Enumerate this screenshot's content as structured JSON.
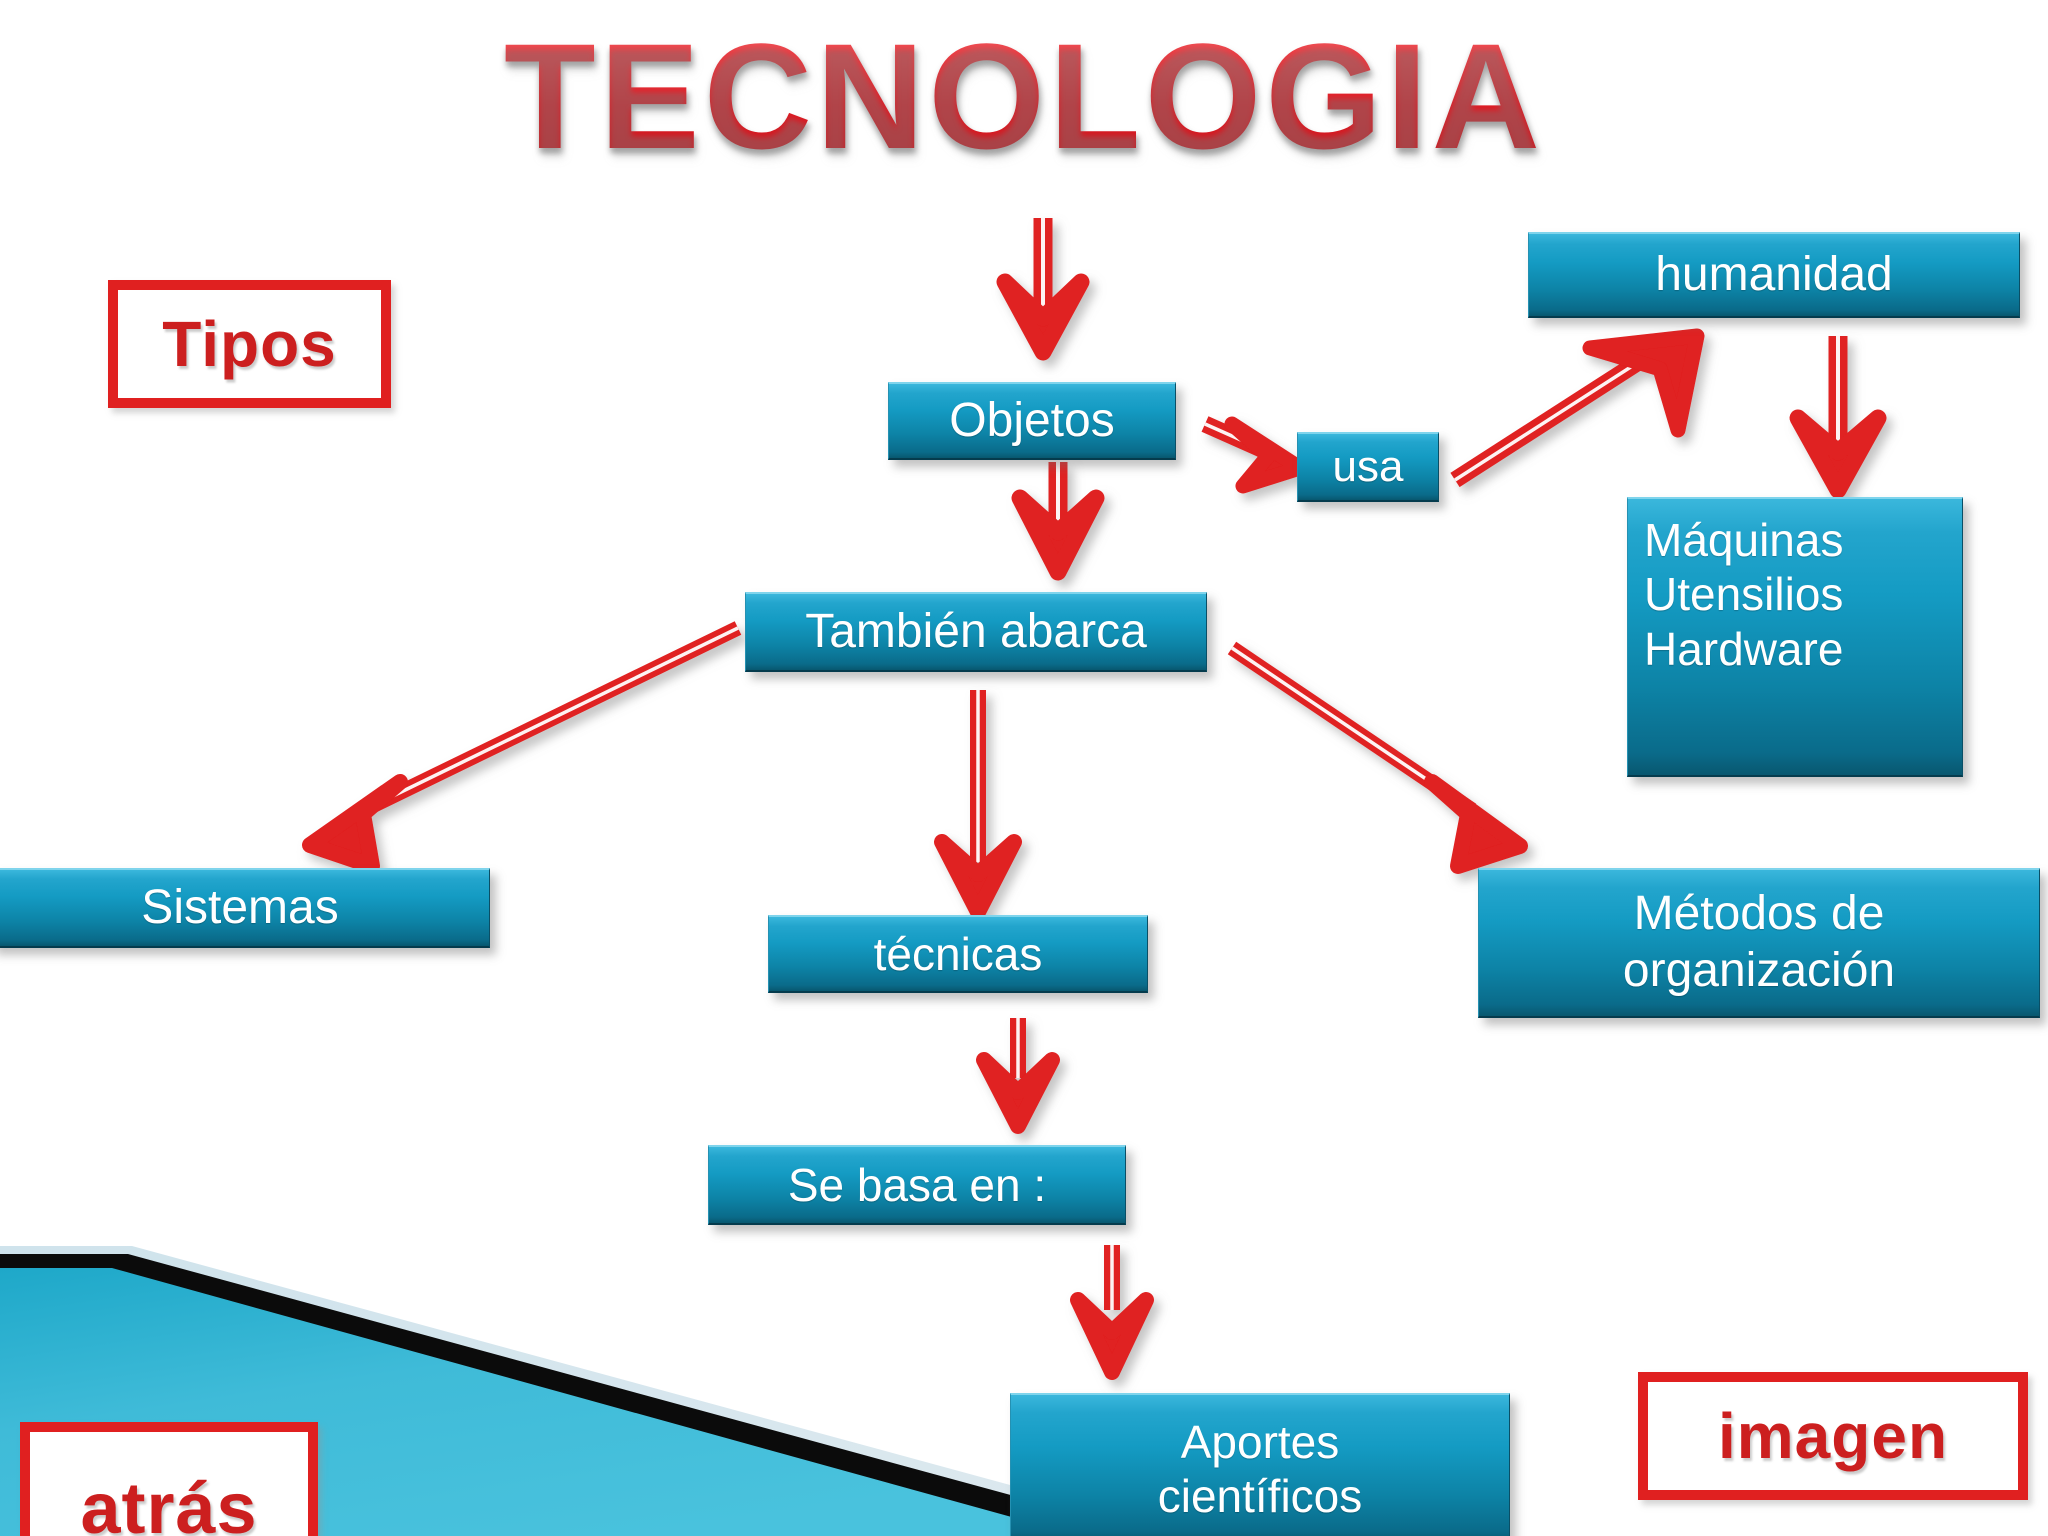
{
  "slide": {
    "title": "TECNOLOGIA",
    "background_color": "#ffffff",
    "accent_red": "#e02020",
    "accent_teal": "#0d8cb0",
    "title_color": "#e8262d"
  },
  "nav_buttons": [
    {
      "label": "Tipos",
      "name": "tipos-button"
    },
    {
      "label": "atrás",
      "name": "atras-button"
    },
    {
      "label": "imagen",
      "name": "imagen-button"
    }
  ],
  "nodes": [
    {
      "id": "objetos",
      "label": "Objetos"
    },
    {
      "id": "usa",
      "label": "usa"
    },
    {
      "id": "humanidad",
      "label": "humanidad"
    },
    {
      "id": "maquinas",
      "label": "Máquinas\nUtensilios\nHardware"
    },
    {
      "id": "tambien",
      "label": "También abarca"
    },
    {
      "id": "sistemas",
      "label": "Sistemas"
    },
    {
      "id": "tecnicas",
      "label": "técnicas"
    },
    {
      "id": "metodos",
      "label": "Métodos de\norganización"
    },
    {
      "id": "sebasa",
      "label": "Se basa en :"
    },
    {
      "id": "aportes",
      "label": "Aportes\ncientíficos"
    }
  ],
  "edges": [
    {
      "from": "title",
      "to": "objetos",
      "name": "arrow-title-objetos"
    },
    {
      "from": "objetos",
      "to": "usa",
      "name": "arrow-objetos-usa"
    },
    {
      "from": "usa",
      "to": "humanidad",
      "name": "arrow-usa-humanidad"
    },
    {
      "from": "humanidad",
      "to": "maquinas",
      "name": "arrow-humanidad-maquinas"
    },
    {
      "from": "objetos",
      "to": "tambien",
      "name": "arrow-objetos-tambien"
    },
    {
      "from": "tambien",
      "to": "sistemas",
      "name": "arrow-tambien-sistemas"
    },
    {
      "from": "tambien",
      "to": "tecnicas",
      "name": "arrow-tambien-tecnicas"
    },
    {
      "from": "tambien",
      "to": "metodos",
      "name": "arrow-tambien-metodos"
    },
    {
      "from": "tecnicas",
      "to": "sebasa",
      "name": "arrow-tecnicas-sebasa"
    },
    {
      "from": "sebasa",
      "to": "aportes",
      "name": "arrow-sebasa-aportes"
    }
  ]
}
